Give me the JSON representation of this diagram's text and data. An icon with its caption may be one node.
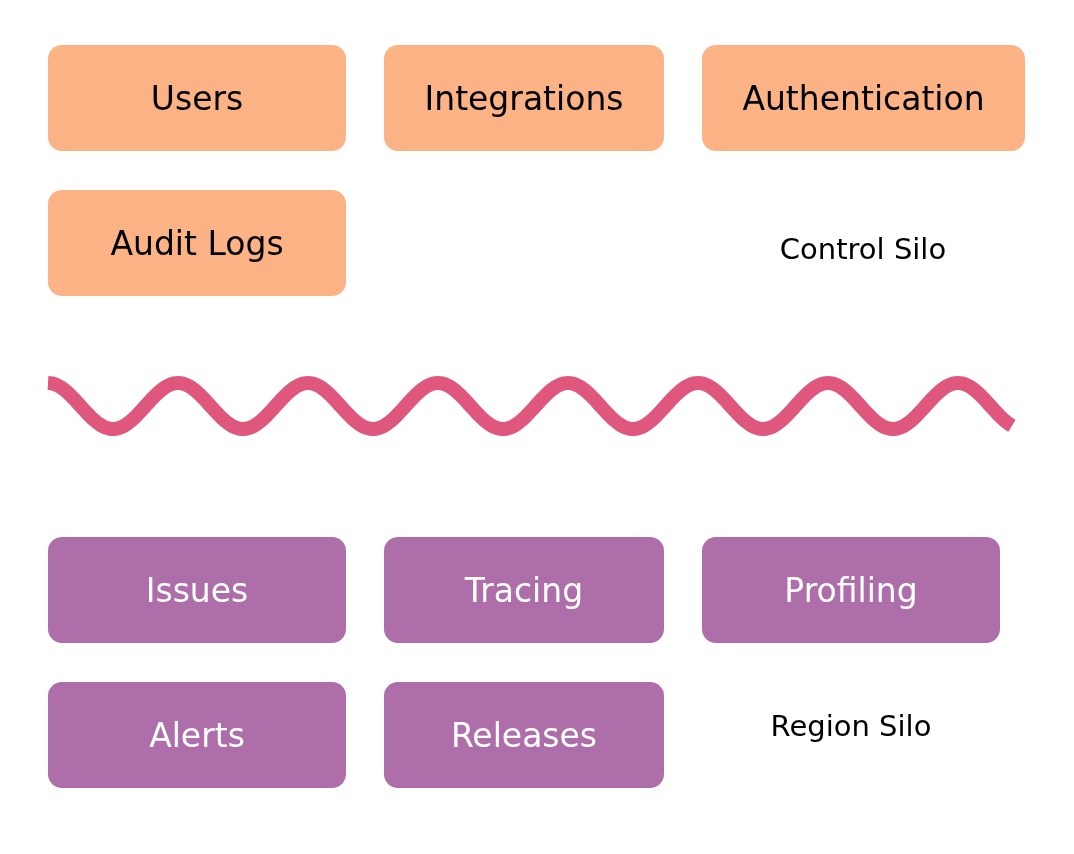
{
  "diagram": {
    "nodes": [
      {
        "text": [
          "Users"
        ]
      },
      {
        "text": [
          "Integrations"
        ]
      },
      {
        "text": [
          "Authentication"
        ]
      },
      {
        "text": [
          "Audit Logs"
        ]
      },
      {
        "text": [
          "Issues"
        ]
      },
      {
        "text": [
          "Tracing"
        ]
      },
      {
        "text": [
          "Profiling"
        ]
      },
      {
        "text": [
          "Alerts"
        ]
      },
      {
        "text": [
          "Releases"
        ]
      }
    ],
    "edges": [],
    "labels": [
      "Control Silo",
      "Region Silo"
    ]
  }
}
